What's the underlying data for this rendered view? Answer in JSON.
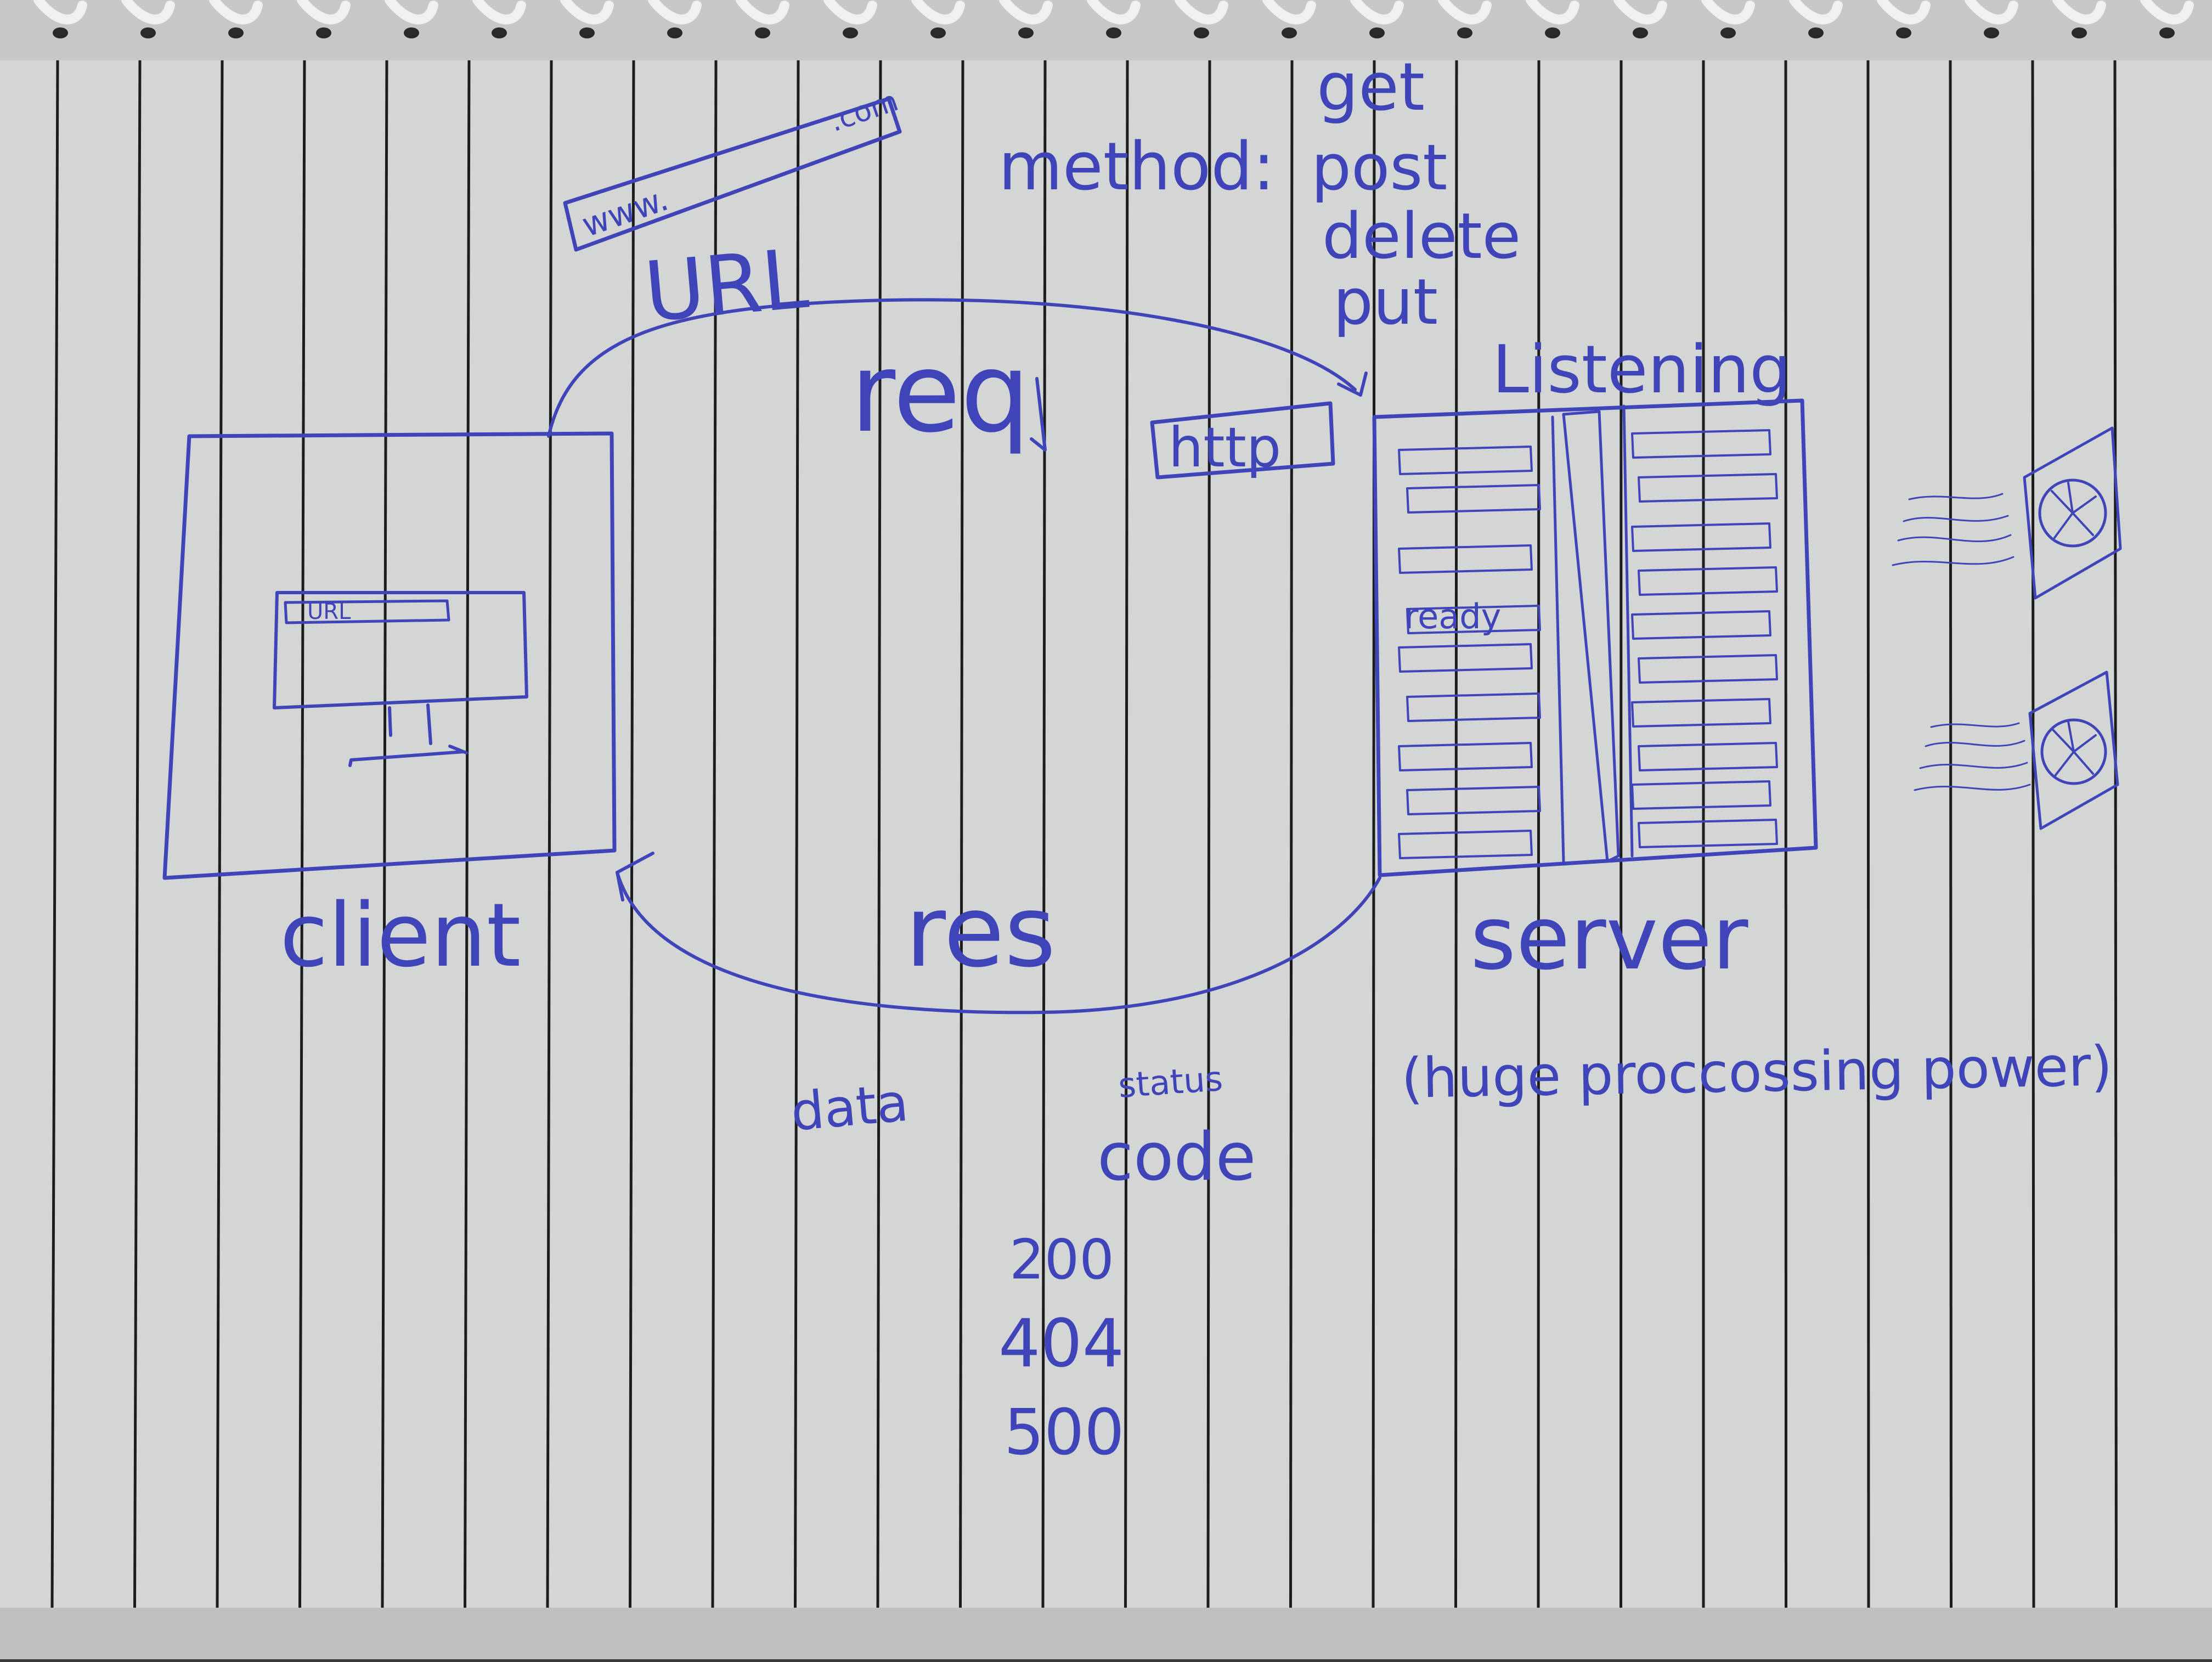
{
  "notebook": {
    "paper_color": "#d4d6d5",
    "ink_color": "#3f44b8",
    "rule_color": "#1c1c1c"
  },
  "request": {
    "url_label": "URL",
    "url_bar_left": "www.",
    "url_bar_right": ".com",
    "method_label": "method:",
    "methods": [
      "get",
      "post",
      "delete",
      "put"
    ],
    "req_label": "req",
    "http_label": "http"
  },
  "client": {
    "label": "client",
    "screen_url_label": "URL"
  },
  "server": {
    "listening_label": "Listening",
    "ready_label": "ready",
    "label": "server",
    "note": "(huge proccossing power)"
  },
  "response": {
    "res_label": "res",
    "data_label": "data",
    "status_label": "status",
    "code_label": "code",
    "codes": [
      "200",
      "404",
      "500"
    ]
  },
  "icons": [
    "fan-icon",
    "fan-icon"
  ]
}
